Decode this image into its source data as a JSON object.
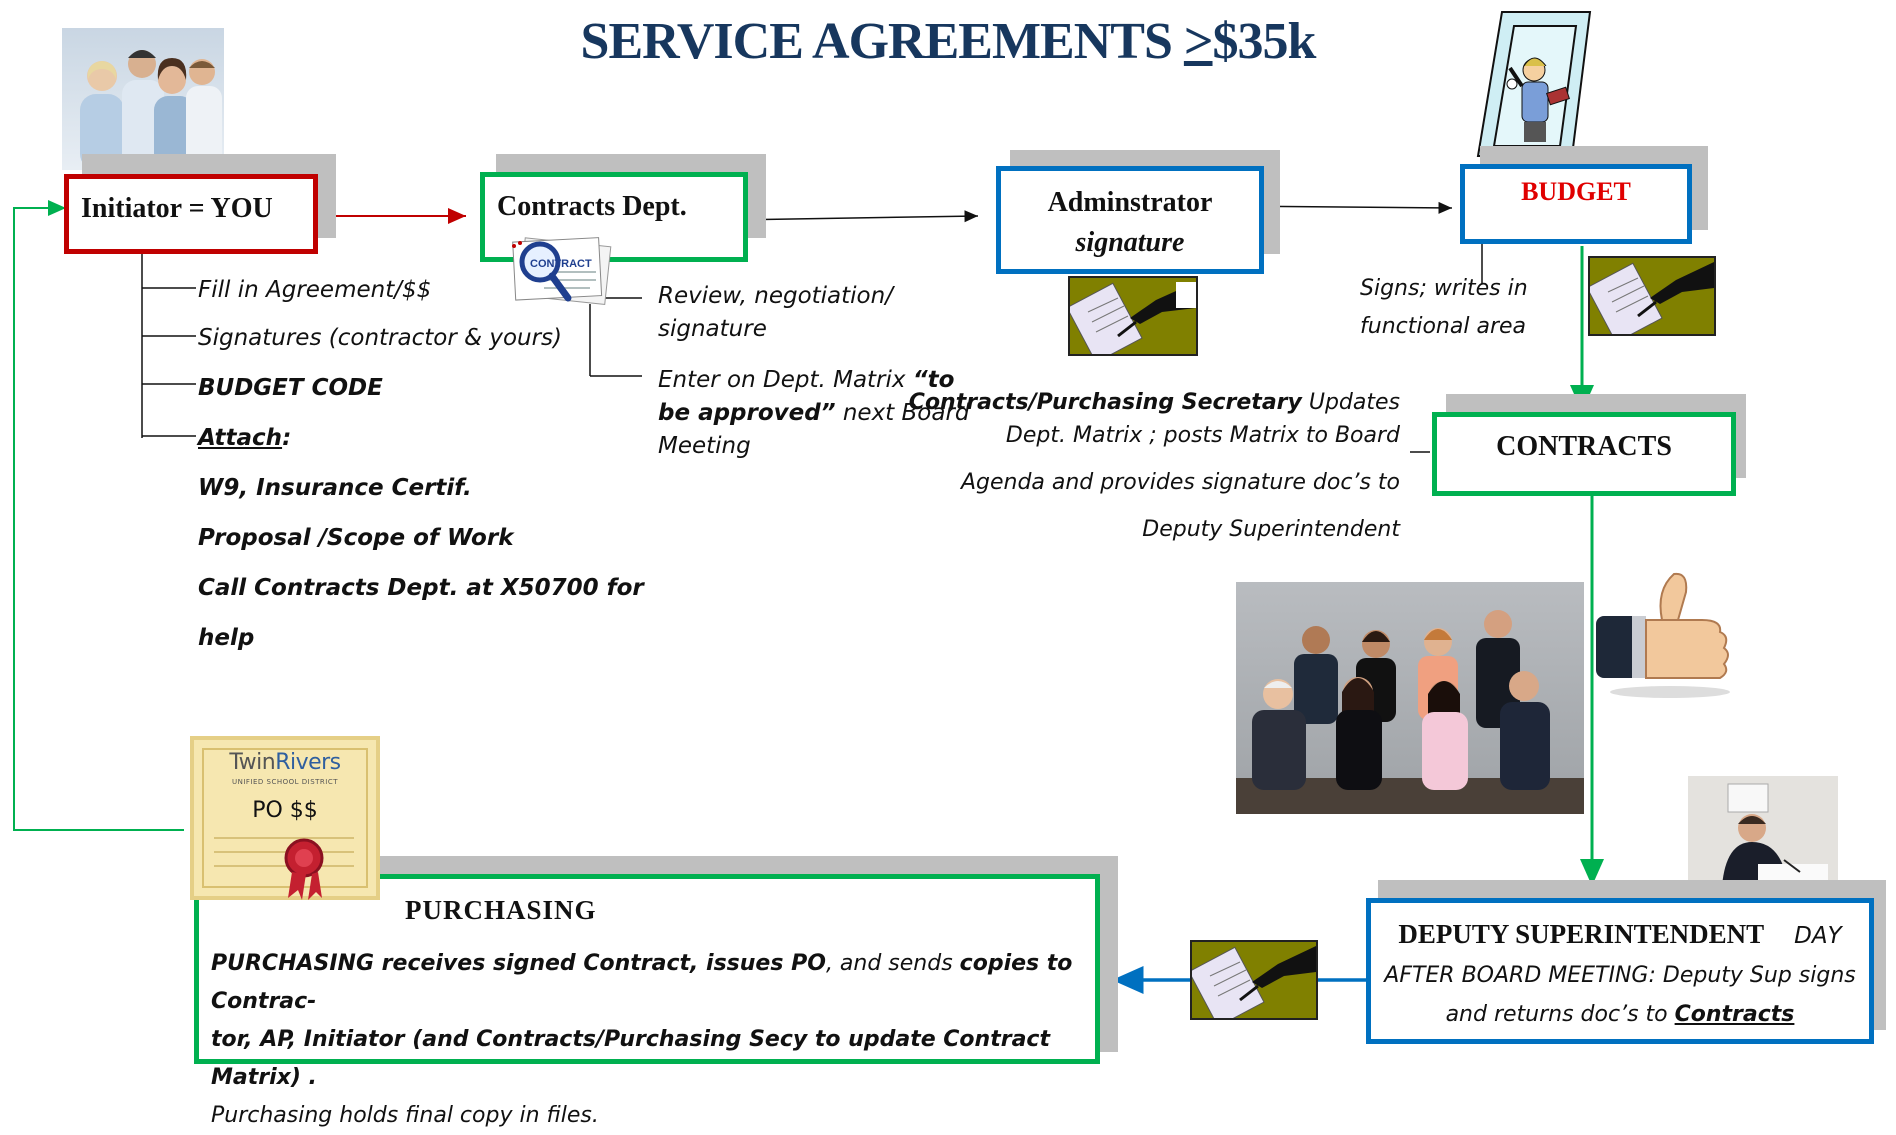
{
  "title": {
    "main": "SERVICE AGREEMENTS ",
    "threshold": ">$35k"
  },
  "boxes": {
    "initiator": "Initiator = YOU",
    "contracts_dept": "Contracts Dept.",
    "administrator_line1": "Adminstrator",
    "administrator_line2": "signature",
    "budget": "BUDGET",
    "contracts": "CONTRACTS",
    "deputy_title": "DEPUTY SUPERINTENDENT",
    "deputy_day": "DAY",
    "deputy_line2": "AFTER BOARD MEETING: Deputy Sup signs",
    "deputy_line3_a": "and returns doc’s to ",
    "deputy_line3_b": "Contracts",
    "purchasing": "PURCHASING"
  },
  "initiator_steps": {
    "fill": "Fill in Agreement/$$",
    "signatures": "Signatures (contractor & yours)",
    "budget_code": "BUDGET CODE",
    "attach": "Attach",
    "attach_colon": ":",
    "w9": "W9, Insurance Certif.",
    "proposal": "Proposal /Scope of Work",
    "call_line1": "Call Contracts Dept. at X50700 for",
    "call_line2": "help"
  },
  "contracts_dept_steps": {
    "review_line1": "Review, negotiation/",
    "review_line2": "signature",
    "enter_line1_a": "Enter on Dept. Matrix ",
    "enter_line1_b": "“to",
    "enter_line2_a": "be approved”",
    "enter_line2_b": " next Board",
    "enter_line3": "Meeting"
  },
  "budget_note": {
    "line1": "Signs; writes in",
    "line2": "functional area"
  },
  "secretary_note": {
    "line1_a": "Contracts/Purchasing Secretary",
    "line1_b": " Updates",
    "line2": "Dept. Matrix ; posts Matrix to Board",
    "line3": "Agenda and provides signature doc’s to",
    "line4": "Deputy  Superintendent"
  },
  "purchasing_note": {
    "line1_a": "PURCHASING receives signed Contract, issues PO",
    "line1_b": ", and sends ",
    "line1_c": "copies to Contrac-",
    "line2": "tor, AP, Initiator (and Contracts/Purchasing Secy  to update  Contract Matrix) .",
    "line3": "Purchasing holds final copy in files."
  },
  "certificate": {
    "brand_a": "Twin",
    "brand_b": "Rivers",
    "subtitle": "UNIFIED SCHOOL DISTRICT",
    "label": "PO  $$"
  },
  "contract_icon_label": "CONTRACT",
  "colors": {
    "title": "#17375e",
    "red": "#c00000",
    "green": "#00b050",
    "blue": "#0070c0",
    "olive": "#808000"
  }
}
